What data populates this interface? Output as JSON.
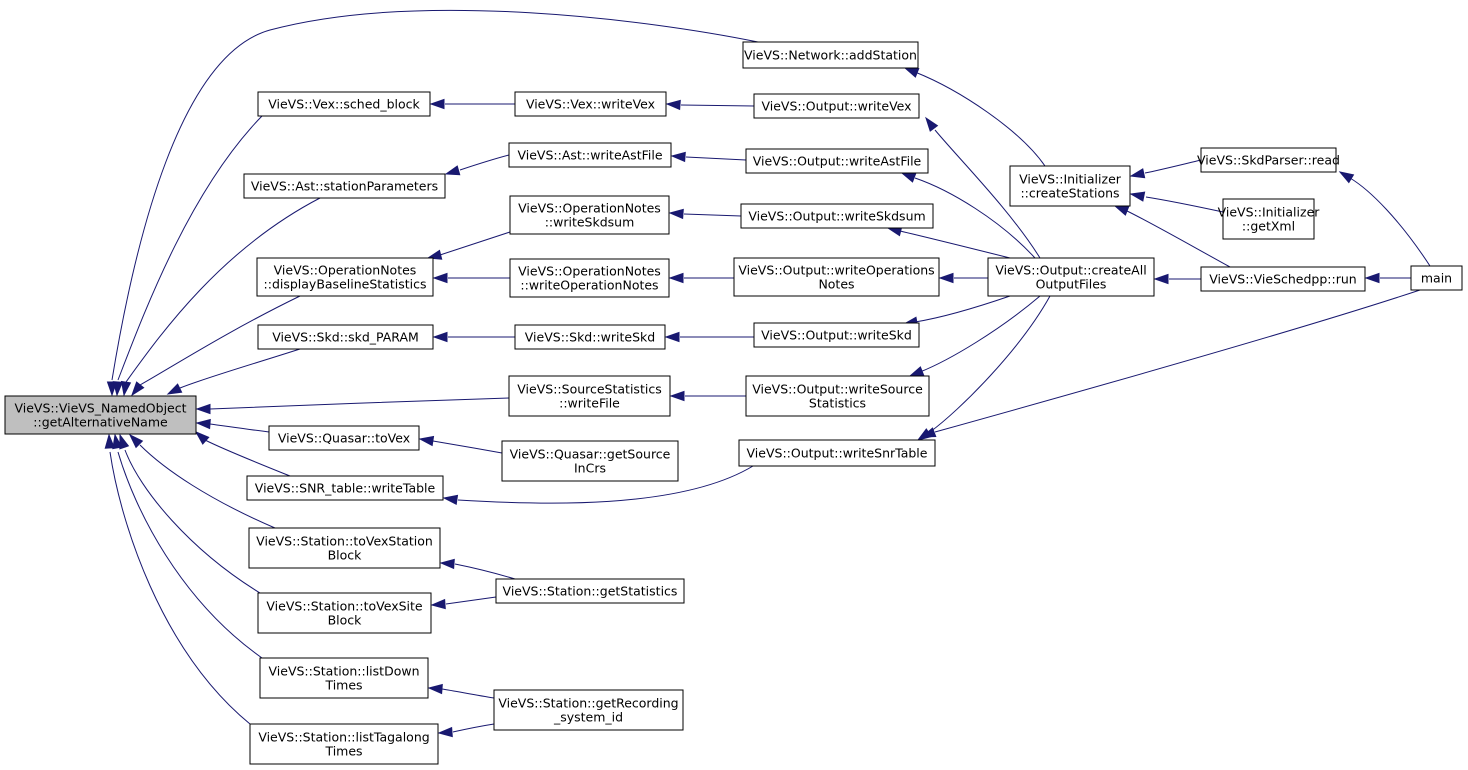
{
  "colors": {
    "edge": "#191970",
    "root_fill": "#bfbfbf",
    "node_fill": "#ffffff",
    "node_border": "#000000"
  },
  "nodes": {
    "root": [
      "VieVS::VieVS_NamedObject",
      "::getAlternativeName"
    ],
    "vex_sched_block": [
      "VieVS::Vex::sched_block"
    ],
    "ast_stationParameters": [
      "VieVS::Ast::stationParameters"
    ],
    "opnotes_displayBaseline": [
      "VieVS::OperationNotes",
      "::displayBaselineStatistics"
    ],
    "skd_param": [
      "VieVS::Skd::skd_PARAM"
    ],
    "quasar_toVex": [
      "VieVS::Quasar::toVex"
    ],
    "snr_writeTable": [
      "VieVS::SNR_table::writeTable"
    ],
    "station_toVexStationBlock": [
      "VieVS::Station::toVexStation",
      "Block"
    ],
    "station_toVexSiteBlock": [
      "VieVS::Station::toVexSite",
      "Block"
    ],
    "station_listDownTimes": [
      "VieVS::Station::listDown",
      "Times"
    ],
    "station_listTagalongTimes": [
      "VieVS::Station::listTagalong",
      "Times"
    ],
    "vex_writeVex": [
      "VieVS::Vex::writeVex"
    ],
    "ast_writeAstFile": [
      "VieVS::Ast::writeAstFile"
    ],
    "opnotes_writeSkdsum": [
      "VieVS::OperationNotes",
      "::writeSkdsum"
    ],
    "opnotes_writeOperationNotes": [
      "VieVS::OperationNotes",
      "::writeOperationNotes"
    ],
    "skd_writeSkd": [
      "VieVS::Skd::writeSkd"
    ],
    "srcstats_writeFile": [
      "VieVS::SourceStatistics",
      "::writeFile"
    ],
    "quasar_getSourceInCrs": [
      "VieVS::Quasar::getSource",
      "InCrs"
    ],
    "station_getStatistics": [
      "VieVS::Station::getStatistics"
    ],
    "station_getRecording": [
      "VieVS::Station::getRecording",
      "_system_id"
    ],
    "network_addStation": [
      "VieVS::Network::addStation"
    ],
    "output_writeVex": [
      "VieVS::Output::writeVex"
    ],
    "output_writeAstFile": [
      "VieVS::Output::writeAstFile"
    ],
    "output_writeSkdsum": [
      "VieVS::Output::writeSkdsum"
    ],
    "output_writeOperationsNotes": [
      "VieVS::Output::writeOperations",
      "Notes"
    ],
    "output_writeSkd": [
      "VieVS::Output::writeSkd"
    ],
    "output_writeSourceStatistics": [
      "VieVS::Output::writeSource",
      "Statistics"
    ],
    "output_writeSnrTable": [
      "VieVS::Output::writeSnrTable"
    ],
    "initializer_createStations": [
      "VieVS::Initializer",
      "::createStations"
    ],
    "output_createAllOutputFiles": [
      "VieVS::Output::createAll",
      "OutputFiles"
    ],
    "skdparser_read": [
      "VieVS::SkdParser::read"
    ],
    "initializer_getXml": [
      "VieVS::Initializer",
      "::getXml"
    ],
    "vieschedpp_run": [
      "VieVS::VieSchedpp::run"
    ],
    "main": [
      "main"
    ]
  }
}
